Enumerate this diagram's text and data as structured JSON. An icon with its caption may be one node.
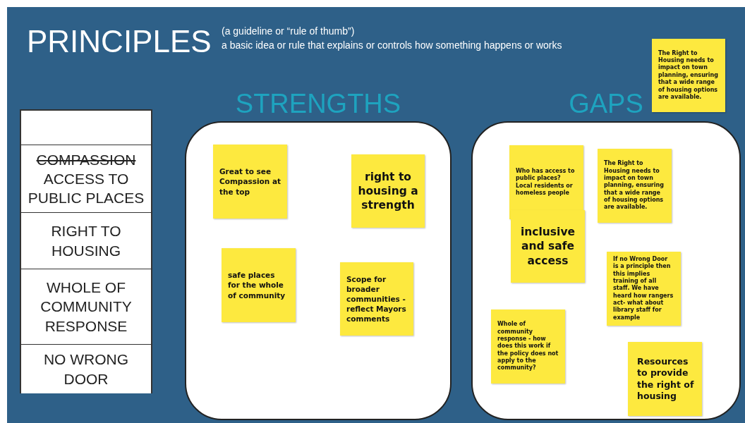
{
  "diagram": {
    "title": "PRINCIPLES",
    "nodes": [
      {
        "text": [],
        "shape": "box"
      },
      {
        "text": [
          "COMPASSION",
          "ACCESS TO PUBLIC PLACES"
        ],
        "in": 0
      },
      {
        "text": [
          "RIGHT TO HOUSING"
        ],
        "in": 0
      },
      {
        "text": [
          "WHOLE OF COMMUNITY RESPONSE"
        ],
        "in": 0
      },
      {
        "text": [
          "NO WRONG DOOR"
        ],
        "in": 0
      },
      {
        "text": [
          "STRENGTHS"
        ]
      },
      {
        "text": [
          "Great to see Compassion at the top"
        ],
        "in": 5
      },
      {
        "text": [
          "right to housing a strength"
        ],
        "in": 5
      },
      {
        "text": [
          "safe places for the whole of community"
        ],
        "in": 5
      },
      {
        "text": [
          "Scope for broader communities - reflect Mayors comments"
        ],
        "in": 5
      },
      {
        "text": [
          "GAPS"
        ]
      },
      {
        "text": [
          "Who has access to public places? Local residents or homeless people"
        ],
        "in": 10
      },
      {
        "text": [
          "The Right to Housing needs to impact on town planning, ensuring that a wide range of housing options are available."
        ],
        "in": 10
      },
      {
        "text": [
          "inclusive and safe access"
        ],
        "in": 10
      },
      {
        "text": [
          "If no Wrong Door is a principle then this implies training of all staff. We have heard how rangers act- what about library staff for example"
        ],
        "in": 10
      },
      {
        "text": [
          "Whole of community response - how does this work if the policy does not apply to the community?"
        ],
        "in": 10
      },
      {
        "text": [
          "Resources to provide the right of housing"
        ],
        "in": 10
      },
      {
        "text": [
          "The Right to Housing needs to impact on town planning, ensuring that a wide range of housing options are available."
        ]
      }
    ],
    "labels": [
      "(a guideline or “rule of thumb”)",
      "a basic idea or rule that explains or controls how something happens or works"
    ]
  }
}
